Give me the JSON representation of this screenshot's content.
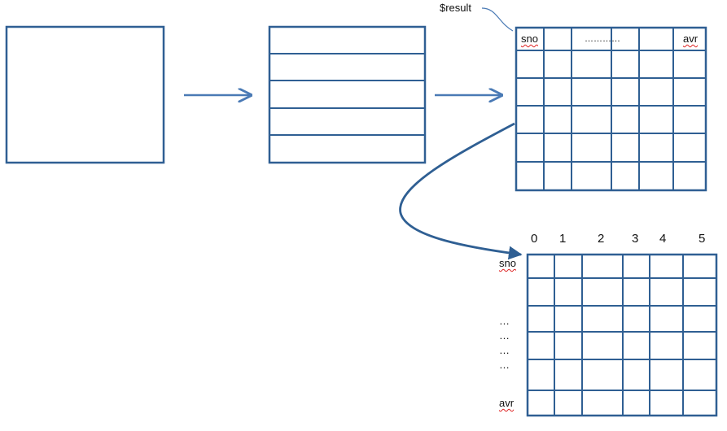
{
  "colors": {
    "stroke": "#2f5f93",
    "arrow": "#4a7ab5",
    "text": "#111111",
    "spell": "#dd2222"
  },
  "labels": {
    "result_var": "$result",
    "header_first": "sno",
    "header_dots": "…………",
    "header_last": "avr",
    "col_indices": [
      "0",
      "1",
      "2",
      "3",
      "4",
      "5"
    ],
    "row_first": "sno",
    "row_ellipses": [
      "…",
      "…",
      "…",
      "…"
    ],
    "row_last": "avr"
  }
}
